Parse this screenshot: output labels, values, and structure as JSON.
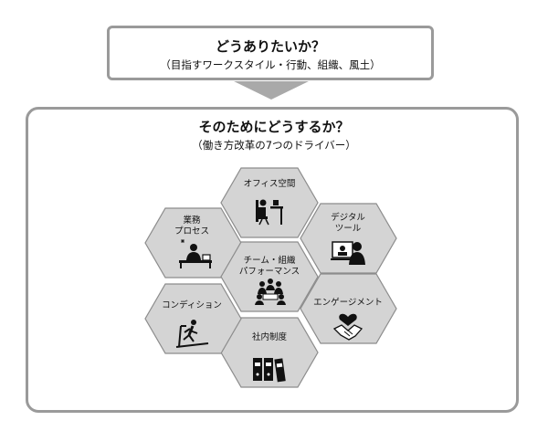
{
  "top": {
    "title": "どうありたいか？",
    "subtitle": "（目指すワークスタイル・行動、組織、風土）"
  },
  "main": {
    "title": "そのためにどうするか？",
    "subtitle": "（働き方改革の7つのドライバー）"
  },
  "drivers": [
    {
      "label": "オフィス空間",
      "icon": "office-desk-icon"
    },
    {
      "label": "デジタル\nツール",
      "icon": "video-call-icon"
    },
    {
      "label": "エンゲージメント",
      "icon": "handshake-heart-icon"
    },
    {
      "label": "社内制度",
      "icon": "binders-icon"
    },
    {
      "label": "コンディション",
      "icon": "treadmill-icon"
    },
    {
      "label": "業務\nプロセス",
      "icon": "desk-worker-icon"
    },
    {
      "label": "チーム・組織\nパフォーマンス",
      "icon": "team-meeting-icon"
    }
  ],
  "colors": {
    "hex_fill": "#d4d4d4",
    "hex_stroke": "#8c8c8c",
    "frame": "#9a9a9a",
    "arrow": "#a9a9a9"
  }
}
